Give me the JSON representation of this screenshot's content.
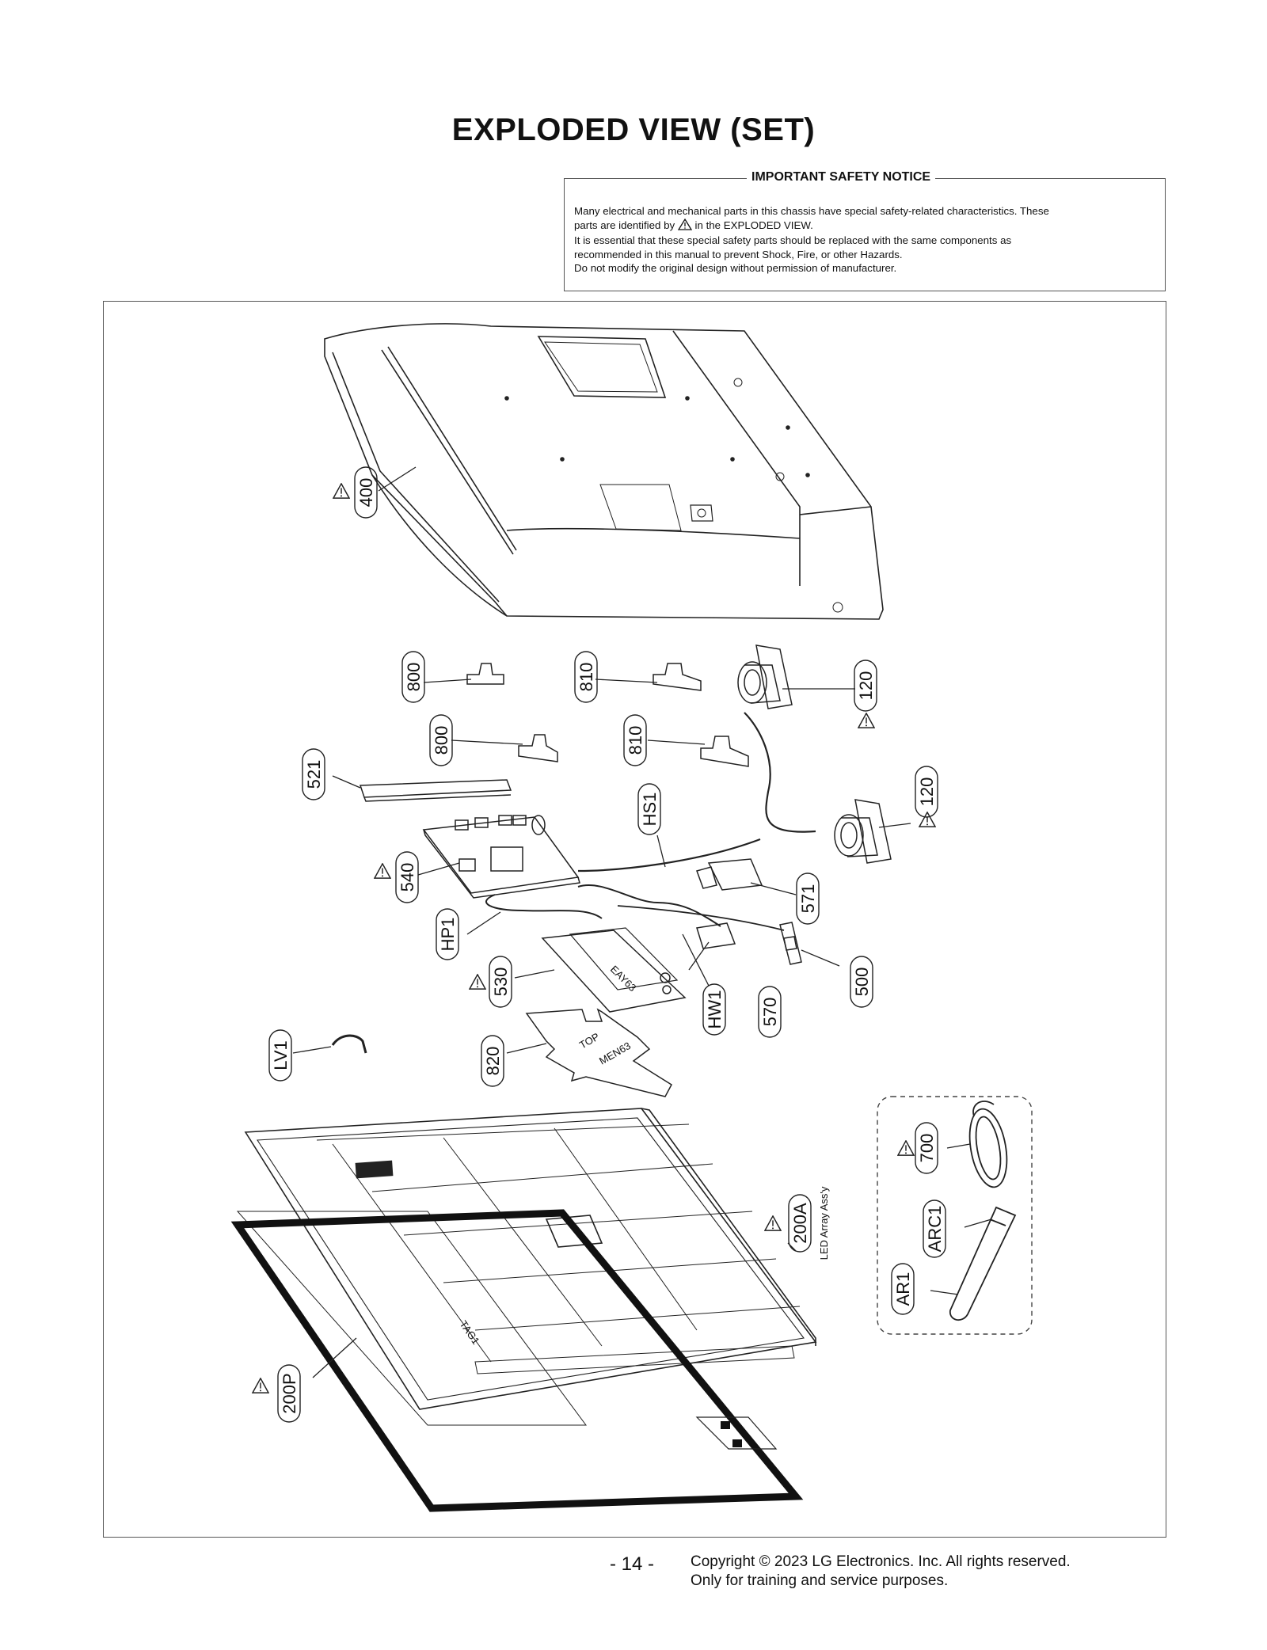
{
  "page": {
    "title": "EXPLODED VIEW (SET)",
    "page_number": "- 14 -",
    "copyright_line1": "Copyright  © 2023 LG Electronics. Inc. All rights reserved.",
    "copyright_line2": "Only for training and service purposes."
  },
  "notice": {
    "title": "IMPORTANT SAFETY NOTICE",
    "line1": "Many electrical and mechanical parts in this chassis have special safety-related characteristics. These",
    "line2a": "parts are identified by",
    "line2b": "in the EXPLODED VIEW.",
    "line3": "It is essential that these special safety parts should be replaced with the same components as",
    "line4": "recommended in this manual to prevent Shock, Fire, or other Hazards.",
    "line5": "Do not modify the original design without permission of manufacturer."
  },
  "parts": {
    "p400": "400",
    "p800a": "800",
    "p800b": "800",
    "p810a": "810",
    "p810b": "810",
    "p120a": "120",
    "p120b": "120",
    "p521": "521",
    "pHS1": "HS1",
    "p540": "540",
    "p571": "571",
    "pHP1": "HP1",
    "p530": "530",
    "p500": "500",
    "pHW1": "HW1",
    "p570": "570",
    "pLV1": "LV1",
    "p820": "820",
    "p700": "700",
    "pARC1": "ARC1",
    "pAR1": "AR1",
    "p200A": "200A",
    "p200A_caption": "LED Array Ass'y",
    "p200P": "200P"
  },
  "board_markings": {
    "psu_text": "EAY63",
    "shield_text": "MEN63",
    "shield_arrow": "TOP",
    "panel_text": "TAG1"
  },
  "colors": {
    "line": "#222222",
    "thin": "#333333",
    "frame": "#555555"
  }
}
